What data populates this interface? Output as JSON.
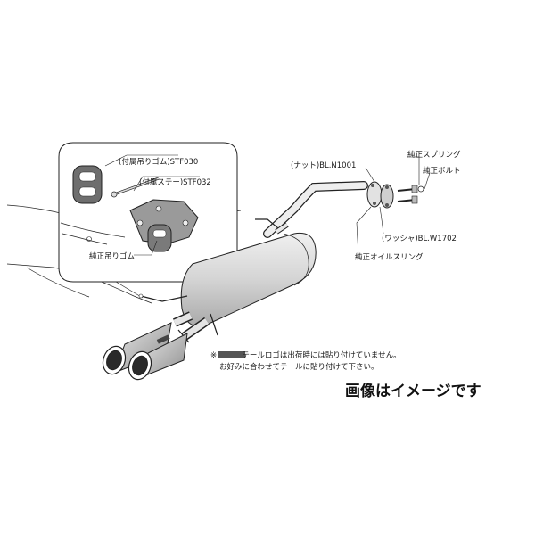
{
  "labels": {
    "rubber_hanger_included": "(付属吊りゴム)STF030",
    "stay_included": "(付属ステー)STF032",
    "oem_rubber_hanger": "純正吊りゴム",
    "nut": "(ナット)BL.N1001",
    "oem_spring": "純正スプリング",
    "oem_bolt": "純正ボルト",
    "washer": "(ワッシャ)BL.W1702",
    "oem_oil_ring": "純正オイルスリング"
  },
  "note": {
    "line1": "※ 　　　テールロゴは出荷時には貼り付けていません。",
    "line2": "お好みに合わせてテールに貼り付けて下さい。"
  },
  "caption": "画像はイメージです",
  "colors": {
    "line": "#222222",
    "muffler_fill": "#d9d9d9",
    "bracket_fill": "#9a9a9a",
    "inset_bg": "#ffffff"
  }
}
